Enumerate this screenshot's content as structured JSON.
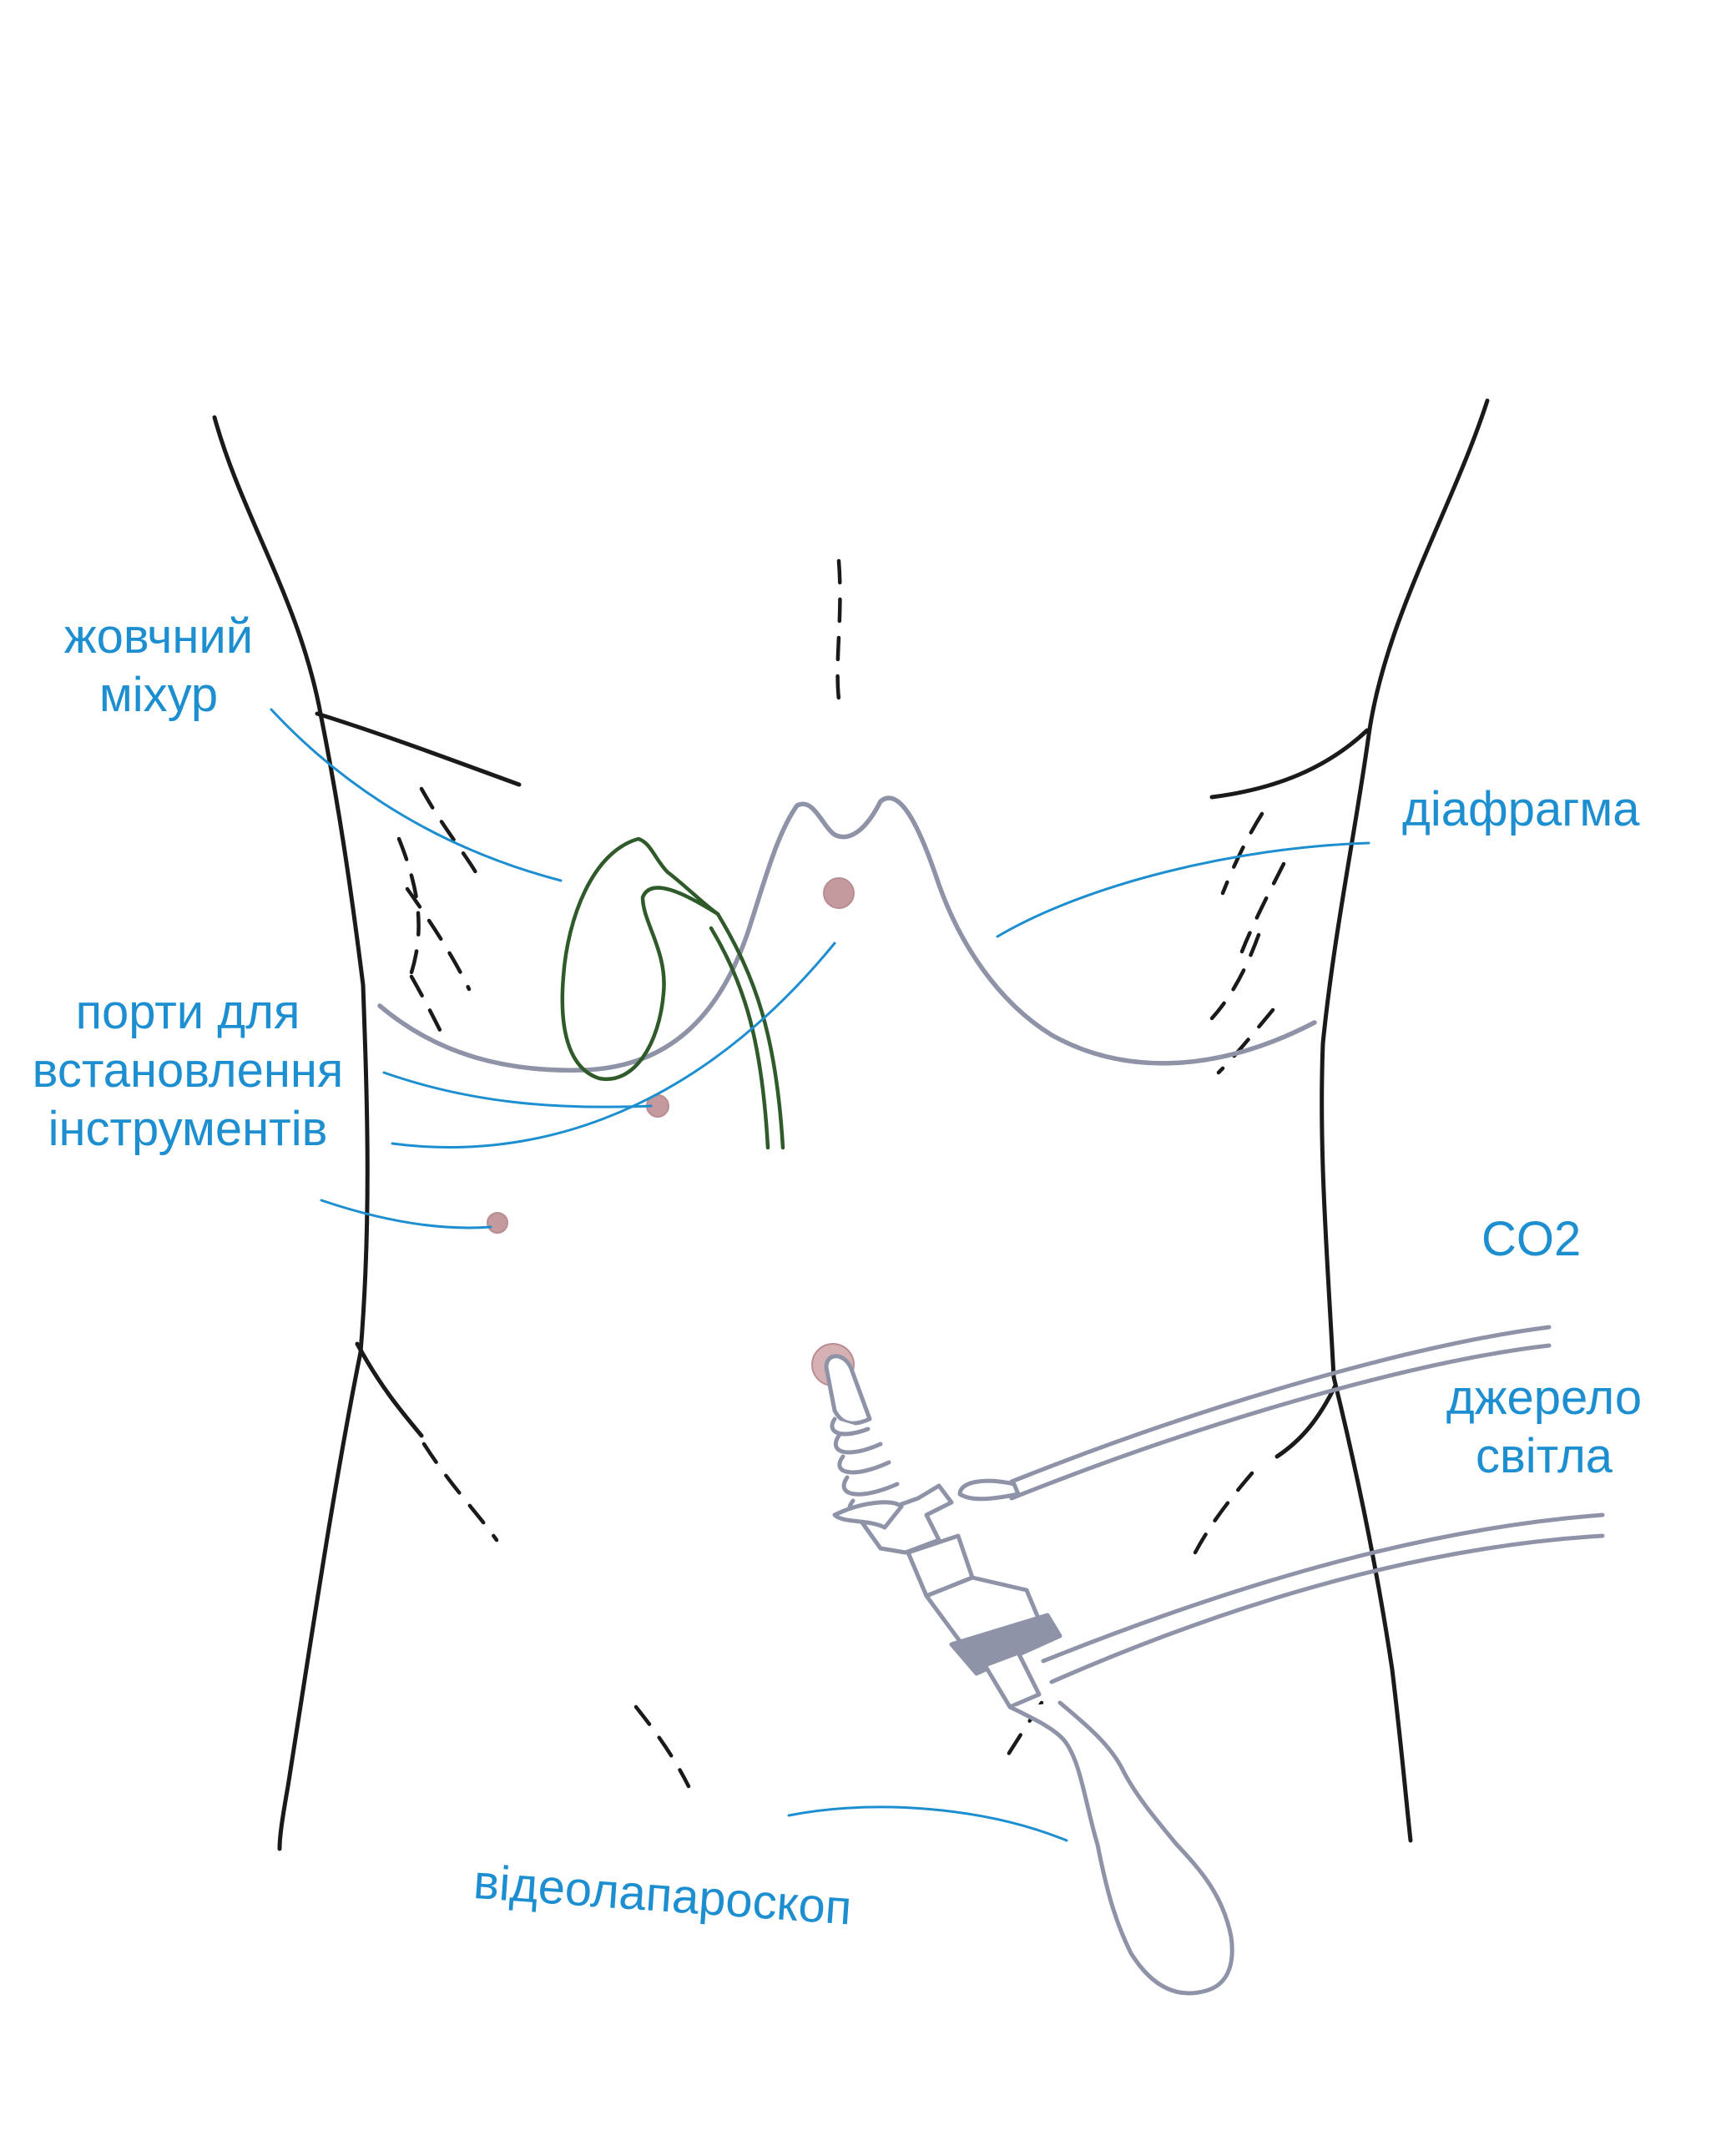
{
  "colors": {
    "outline": "#1a1a1a",
    "diaphragm": "#8f93a8",
    "gallbladder": "#2f5a2a",
    "label": "#1d8fd0",
    "port": "#b98e93",
    "instrument": "#8f93a8"
  },
  "labels": {
    "gallbladder": [
      "жовчний",
      "міхур"
    ],
    "diaphragm": "діафрагма",
    "ports": [
      "порти для",
      "встановлення",
      "інструментів"
    ],
    "co2": "CO2",
    "light_source": [
      "джерело",
      "світла"
    ],
    "laparoscope": "відеолапароскоп"
  }
}
